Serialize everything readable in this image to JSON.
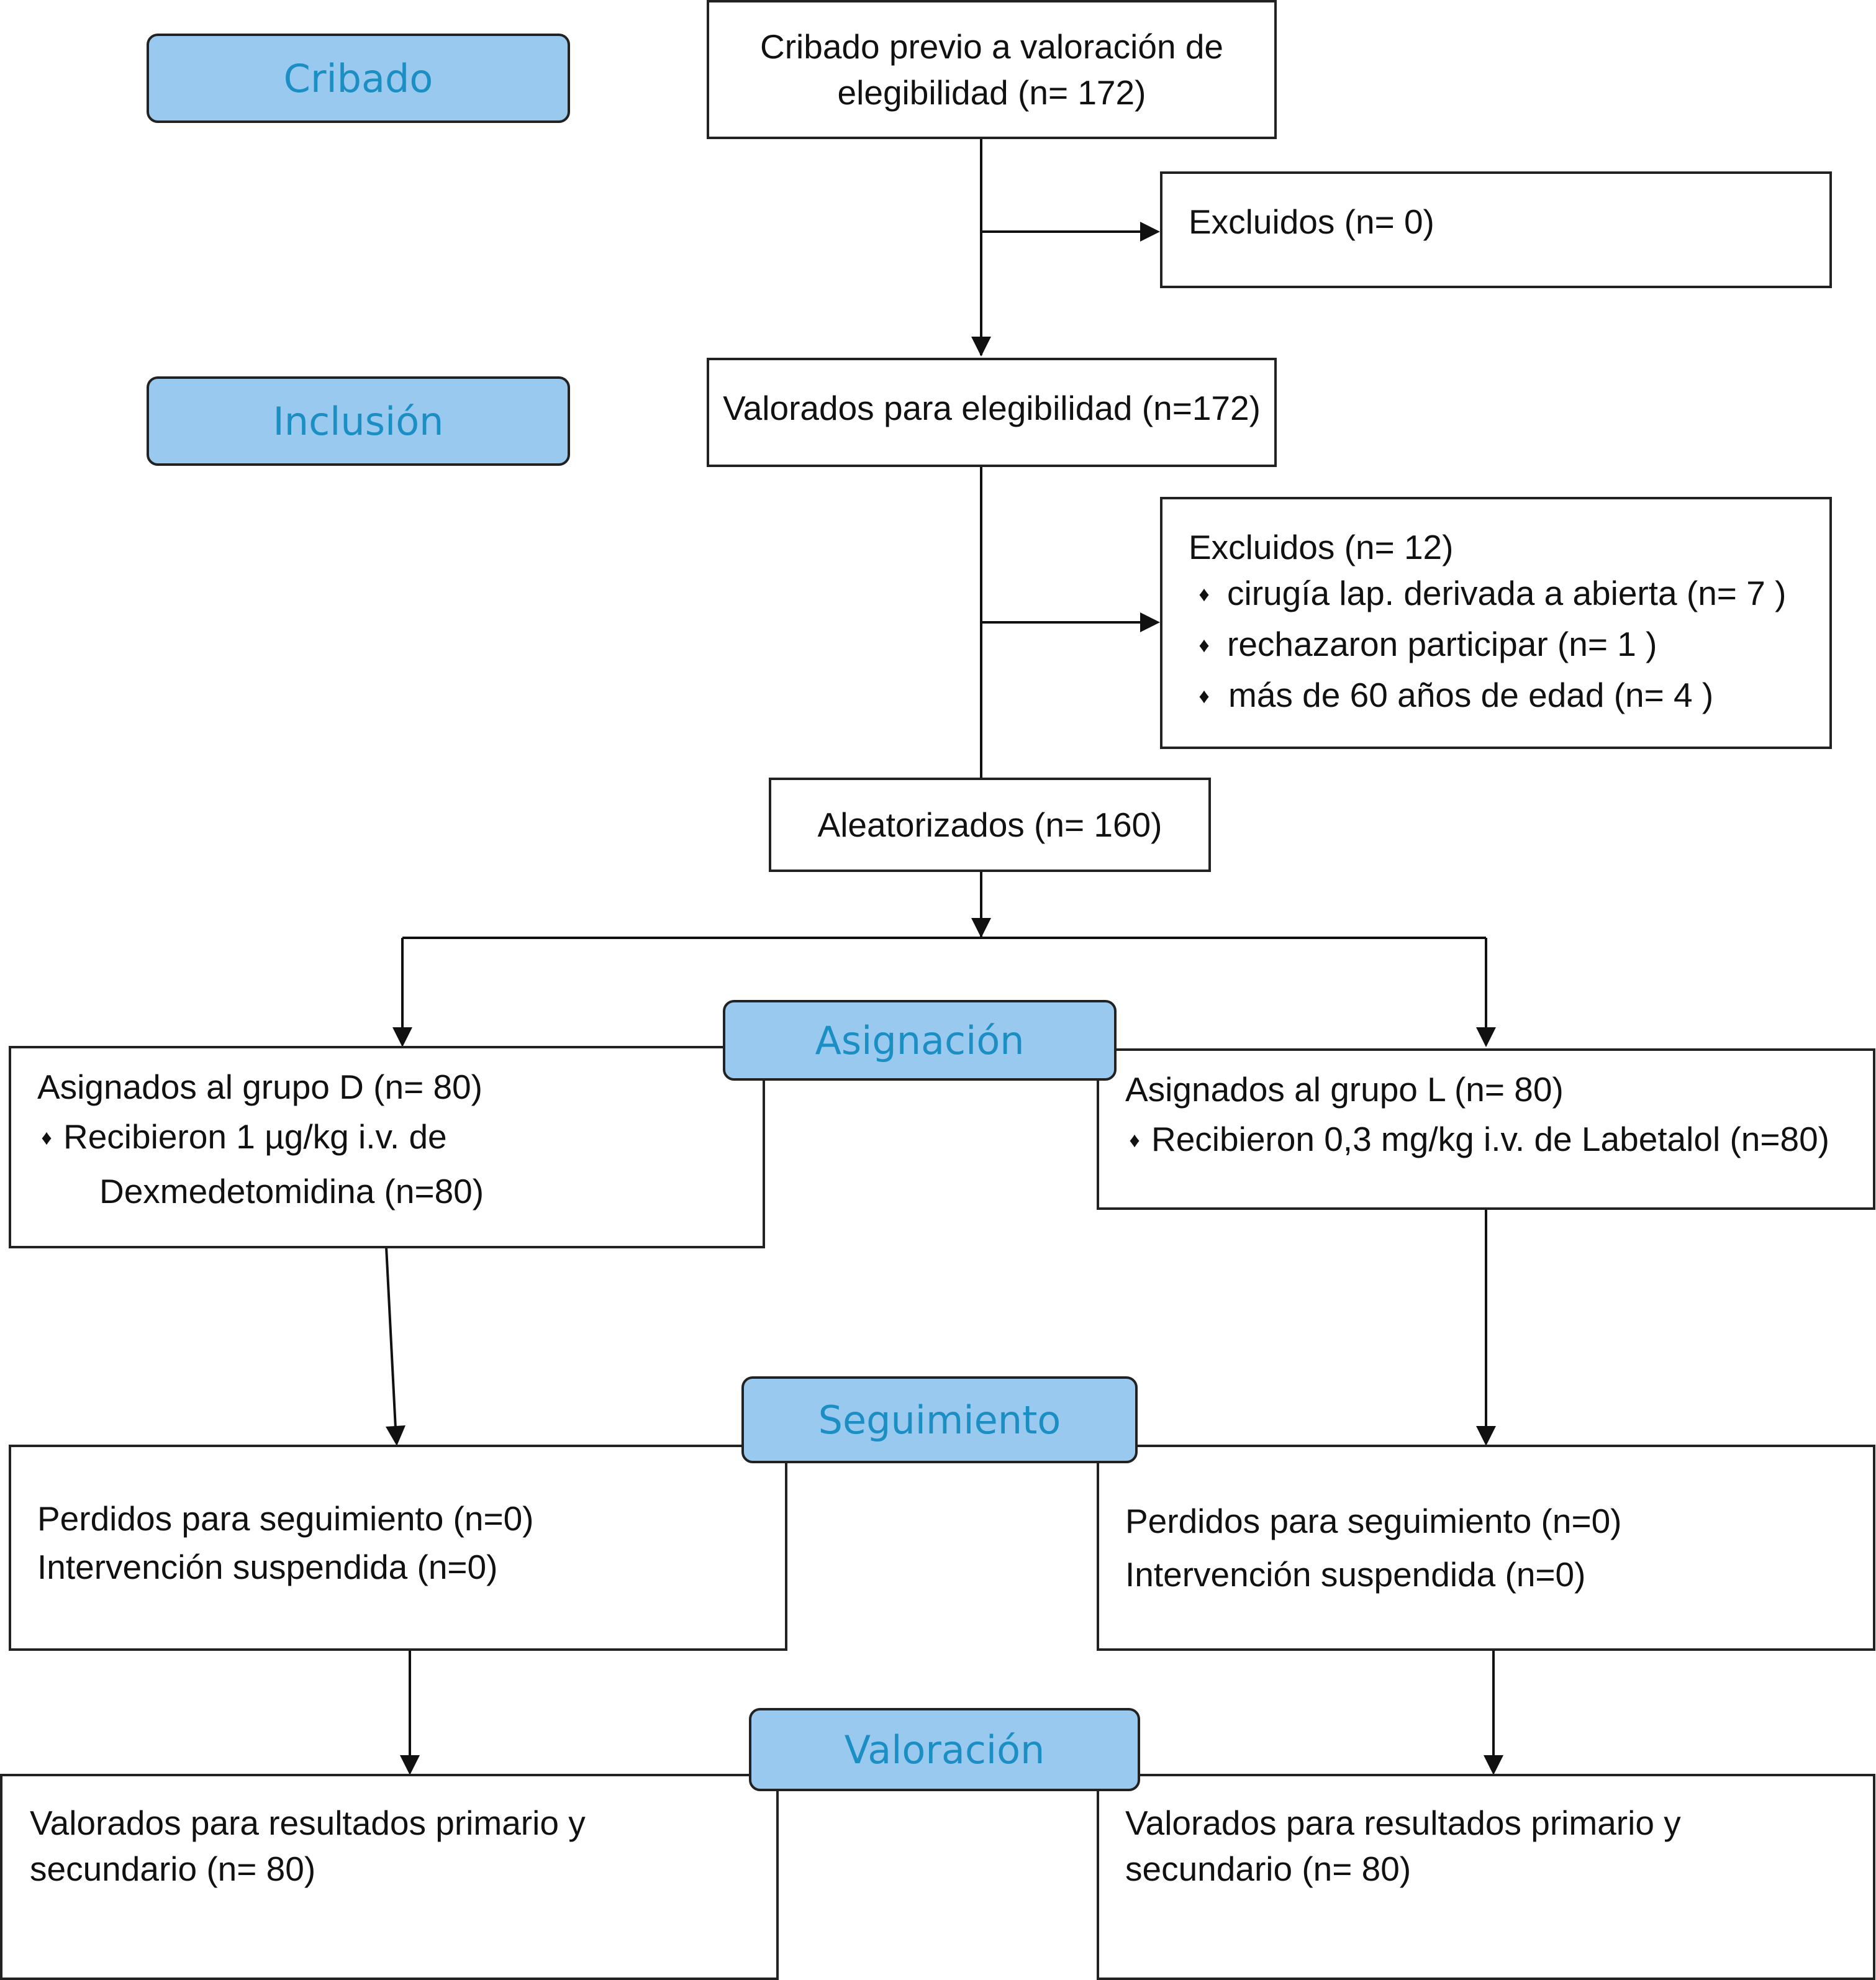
{
  "stages": {
    "cribado": "Cribado",
    "inclusion": "Inclusión",
    "asignacion": "Asignación",
    "seguimiento": "Seguimiento",
    "valoracion": "Valoración"
  },
  "boxes": {
    "screening": {
      "line1": "Cribado previo a valoración de",
      "line2": "elegibilidad (n= 172)"
    },
    "excluded_screening": {
      "title": "Excluidos (n= 0)"
    },
    "eligibility": {
      "title": "Valorados para elegibilidad (n=172)"
    },
    "excluded_eligibility": {
      "title": "Excluidos (n= 12)",
      "bullet_symbol": "♦",
      "items": [
        "cirugía lap. derivada a abierta (n= 7 )",
        "rechazaron participar (n= 1 )",
        "más de 60 años de edad (n= 4 )"
      ]
    },
    "randomized": {
      "title": "Aleatorizados (n= 160)"
    },
    "group_d": {
      "title": "Asignados al grupo D (n= 80)",
      "bullet": "Recibieron 1 µg/kg i.v. de",
      "bullet_cont": "Dexmedetomidina (n=80)"
    },
    "group_l": {
      "title": "Asignados al grupo L (n= 80)",
      "bullet": "Recibieron 0,3 mg/kg i.v. de Labetalol (n=80)"
    },
    "followup_d": {
      "line1": "Perdidos para seguimiento (n=0)",
      "line2": "Intervención suspendida (n=0)"
    },
    "followup_l": {
      "line1": "Perdidos para seguimiento (n=0)",
      "line2": "Intervención suspendida (n=0)"
    },
    "analysis_d": {
      "line1": "Valorados para resultados primario y",
      "line2": "secundario (n= 80)"
    },
    "analysis_l": {
      "line1": "Valorados para resultados primario y",
      "line2": "secundario (n= 80)"
    }
  }
}
